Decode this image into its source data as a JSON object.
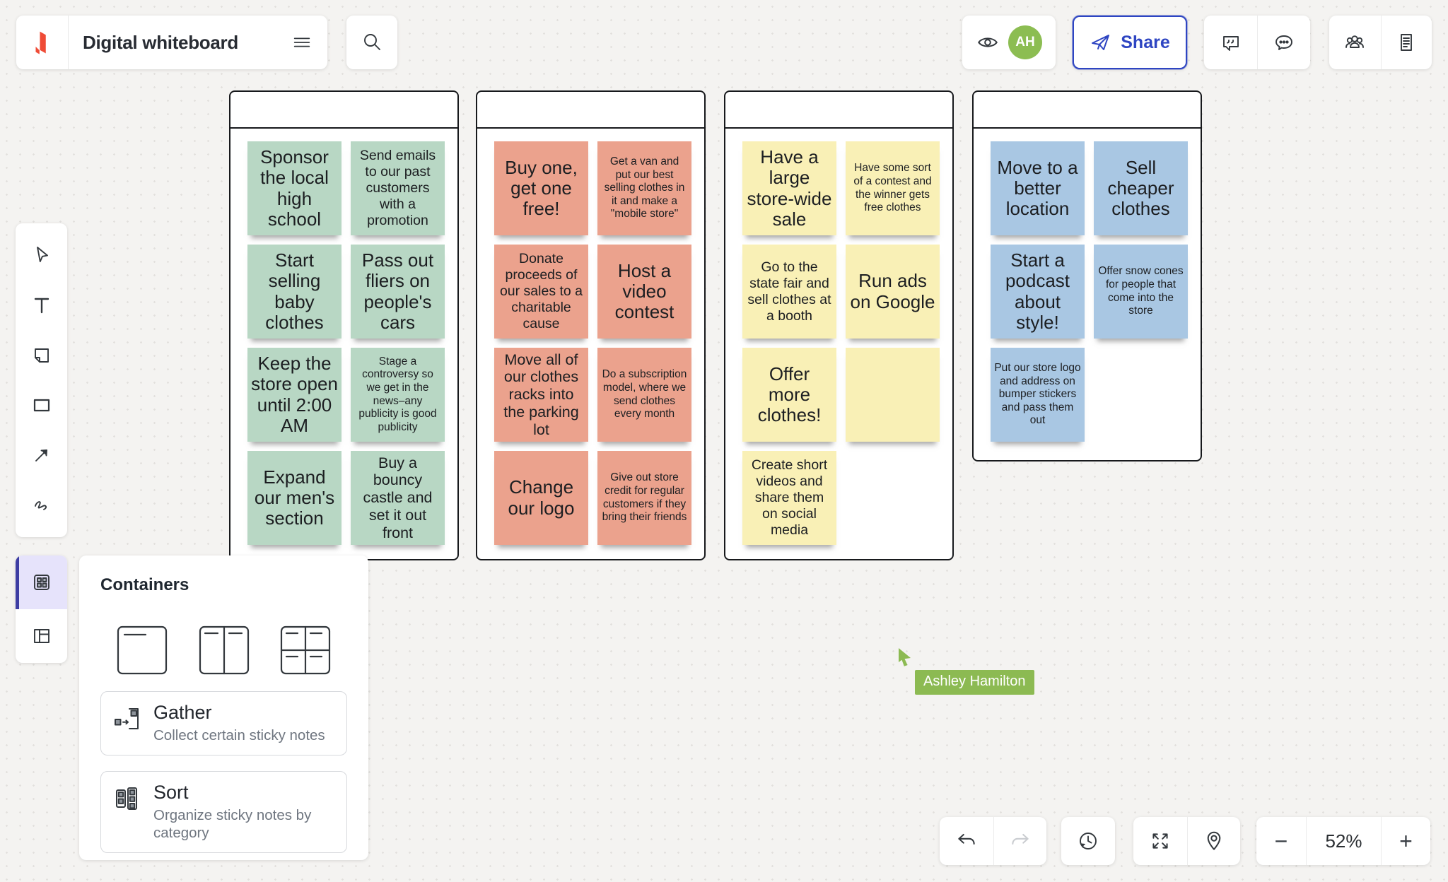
{
  "app": {
    "title": "Digital whiteboard"
  },
  "header": {
    "share_label": "Share",
    "avatar_initials": "AH",
    "icons": [
      "lucid-logo-icon",
      "menu-icon",
      "search-icon",
      "eye-icon",
      "avatar-badge",
      "paper-plane-icon",
      "quote-comment-icon",
      "chat-bubble-icon",
      "people-icon",
      "notes-doc-icon"
    ]
  },
  "toolbar": {
    "icons": [
      "select-cursor-icon",
      "text-icon",
      "sticky-note-icon",
      "rectangle-shape-icon",
      "arrow-icon",
      "pen-scribble-icon"
    ]
  },
  "organize_toolbar": {
    "icons": [
      "containers-grid-icon",
      "frame-layout-icon"
    ],
    "selected": "containers-grid-icon"
  },
  "containers_panel": {
    "title": "Containers",
    "layout_options": [
      "single-container-icon",
      "two-column-container-icon",
      "four-quadrant-container-icon"
    ],
    "actions": [
      {
        "label": "Gather",
        "description": "Collect certain sticky notes",
        "icon": "gather-icon"
      },
      {
        "label": "Sort",
        "description": "Organize sticky notes by category",
        "icon": "sort-icon"
      }
    ]
  },
  "board": {
    "containers": [
      {
        "color": "#b8d7c4",
        "notes": [
          {
            "text": "Sponsor the local high school",
            "size": "lg"
          },
          {
            "text": "Send emails to our past customers with a promotion",
            "size": "md"
          },
          {
            "text": "Start selling baby clothes",
            "size": "lg"
          },
          {
            "text": "Pass out fliers on people's cars",
            "size": "lg"
          },
          {
            "text": "Keep the store open until 2:00 AM",
            "size": "lg"
          },
          {
            "text": "Stage a controversy so we get in the news–any publicity is good publicity",
            "size": "sm"
          },
          {
            "text": "Expand our men's section",
            "size": "lg"
          },
          {
            "text": "Buy a bouncy castle and set it out front",
            "size": "ml"
          }
        ]
      },
      {
        "color": "#eba28d",
        "notes": [
          {
            "text": "Buy one, get one free!",
            "size": "lg"
          },
          {
            "text": "Get a van and put our best selling clothes in it and make a \"mobile store\"",
            "size": "sm"
          },
          {
            "text": "Donate proceeds of our sales to a charitable cause",
            "size": "md"
          },
          {
            "text": "Host a video contest",
            "size": "lg"
          },
          {
            "text": "Move all of our clothes racks into the parking lot",
            "size": "ml"
          },
          {
            "text": "Do a subscription model, where we send clothes every month",
            "size": "sm"
          },
          {
            "text": "Change our logo",
            "size": "lg"
          },
          {
            "text": "Give out store credit for regular customers if they bring their friends",
            "size": "sm"
          }
        ]
      },
      {
        "color": "#f9f0b6",
        "notes": [
          {
            "text": "Have a large store-wide sale",
            "size": "lg"
          },
          {
            "text": "Have some sort of a contest and the winner gets free clothes",
            "size": "sm"
          },
          {
            "text": "Go to the state fair and sell clothes at a booth",
            "size": "md"
          },
          {
            "text": "Run ads on Google",
            "size": "lg"
          },
          {
            "text": "Offer more clothes!",
            "size": "lg"
          },
          {
            "text": "",
            "size": "lg"
          },
          {
            "text": "Create short videos and share them on social media",
            "size": "md"
          }
        ]
      },
      {
        "color": "#a9c7e3",
        "notes": [
          {
            "text": "Move to a better location",
            "size": "lg"
          },
          {
            "text": "Sell cheaper clothes",
            "size": "lg"
          },
          {
            "text": "Start a podcast about style!",
            "size": "lg"
          },
          {
            "text": "Offer snow cones for people that come into the store",
            "size": "sm"
          },
          {
            "text": "Put our store logo and address on bumper stickers and pass them out",
            "size": "sm"
          }
        ]
      }
    ]
  },
  "collaborator": {
    "name": "Ashley Hamilton",
    "color": "#8cba52"
  },
  "footer": {
    "zoom_level": "52%",
    "zoom_out_glyph": "−",
    "zoom_in_glyph": "+",
    "icons": [
      "undo-icon",
      "redo-icon",
      "history-icon",
      "fullscreen-icon",
      "map-pin-icon",
      "minus-icon",
      "plus-icon"
    ]
  },
  "colors": {
    "accent_blue": "#2e45c2",
    "avatar_green": "#8cbd52",
    "cursor_green": "#8cba52",
    "selected_tool_bg": "#e6e3fb",
    "selected_tool_bar": "#3d3da3",
    "container_border": "#17191c",
    "canvas_bg": "#f4f3f1"
  }
}
